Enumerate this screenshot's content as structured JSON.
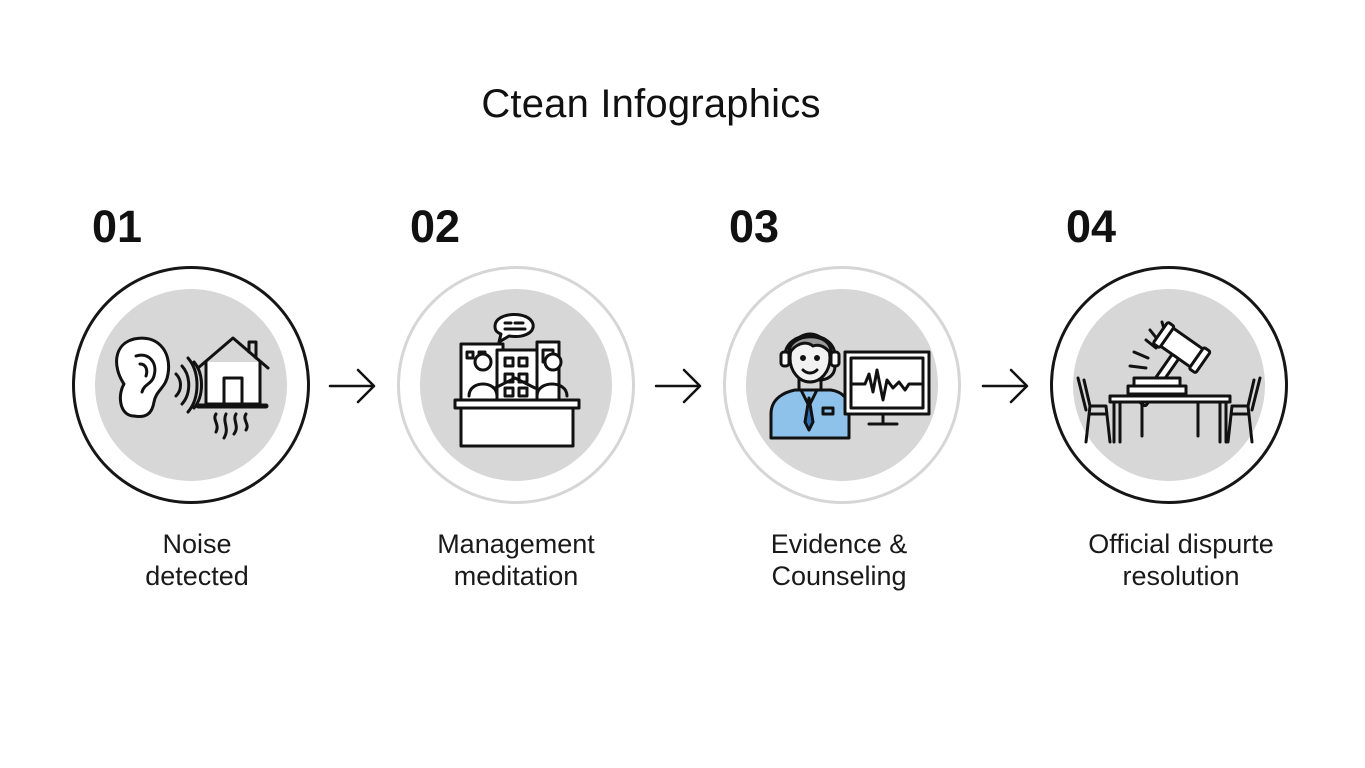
{
  "title": "Ctean Infographics",
  "steps": [
    {
      "number": "01",
      "label_line1": "Noise",
      "label_line2": "detected",
      "icon": "ear-house-icon"
    },
    {
      "number": "02",
      "label_line1": "Management",
      "label_line2": "meditation",
      "icon": "meeting-icon"
    },
    {
      "number": "03",
      "label_line1": "Evidence &",
      "label_line2": "Counseling",
      "icon": "counselor-monitor-icon"
    },
    {
      "number": "04",
      "label_line1": "Official dispurte",
      "label_line2": "resolution",
      "icon": "gavel-table-icon"
    }
  ],
  "colors": {
    "ink": "#111111",
    "disc": "#d7d7d7",
    "light_ring": "#d6d6d6",
    "accent_blue": "#8ec2ea"
  }
}
